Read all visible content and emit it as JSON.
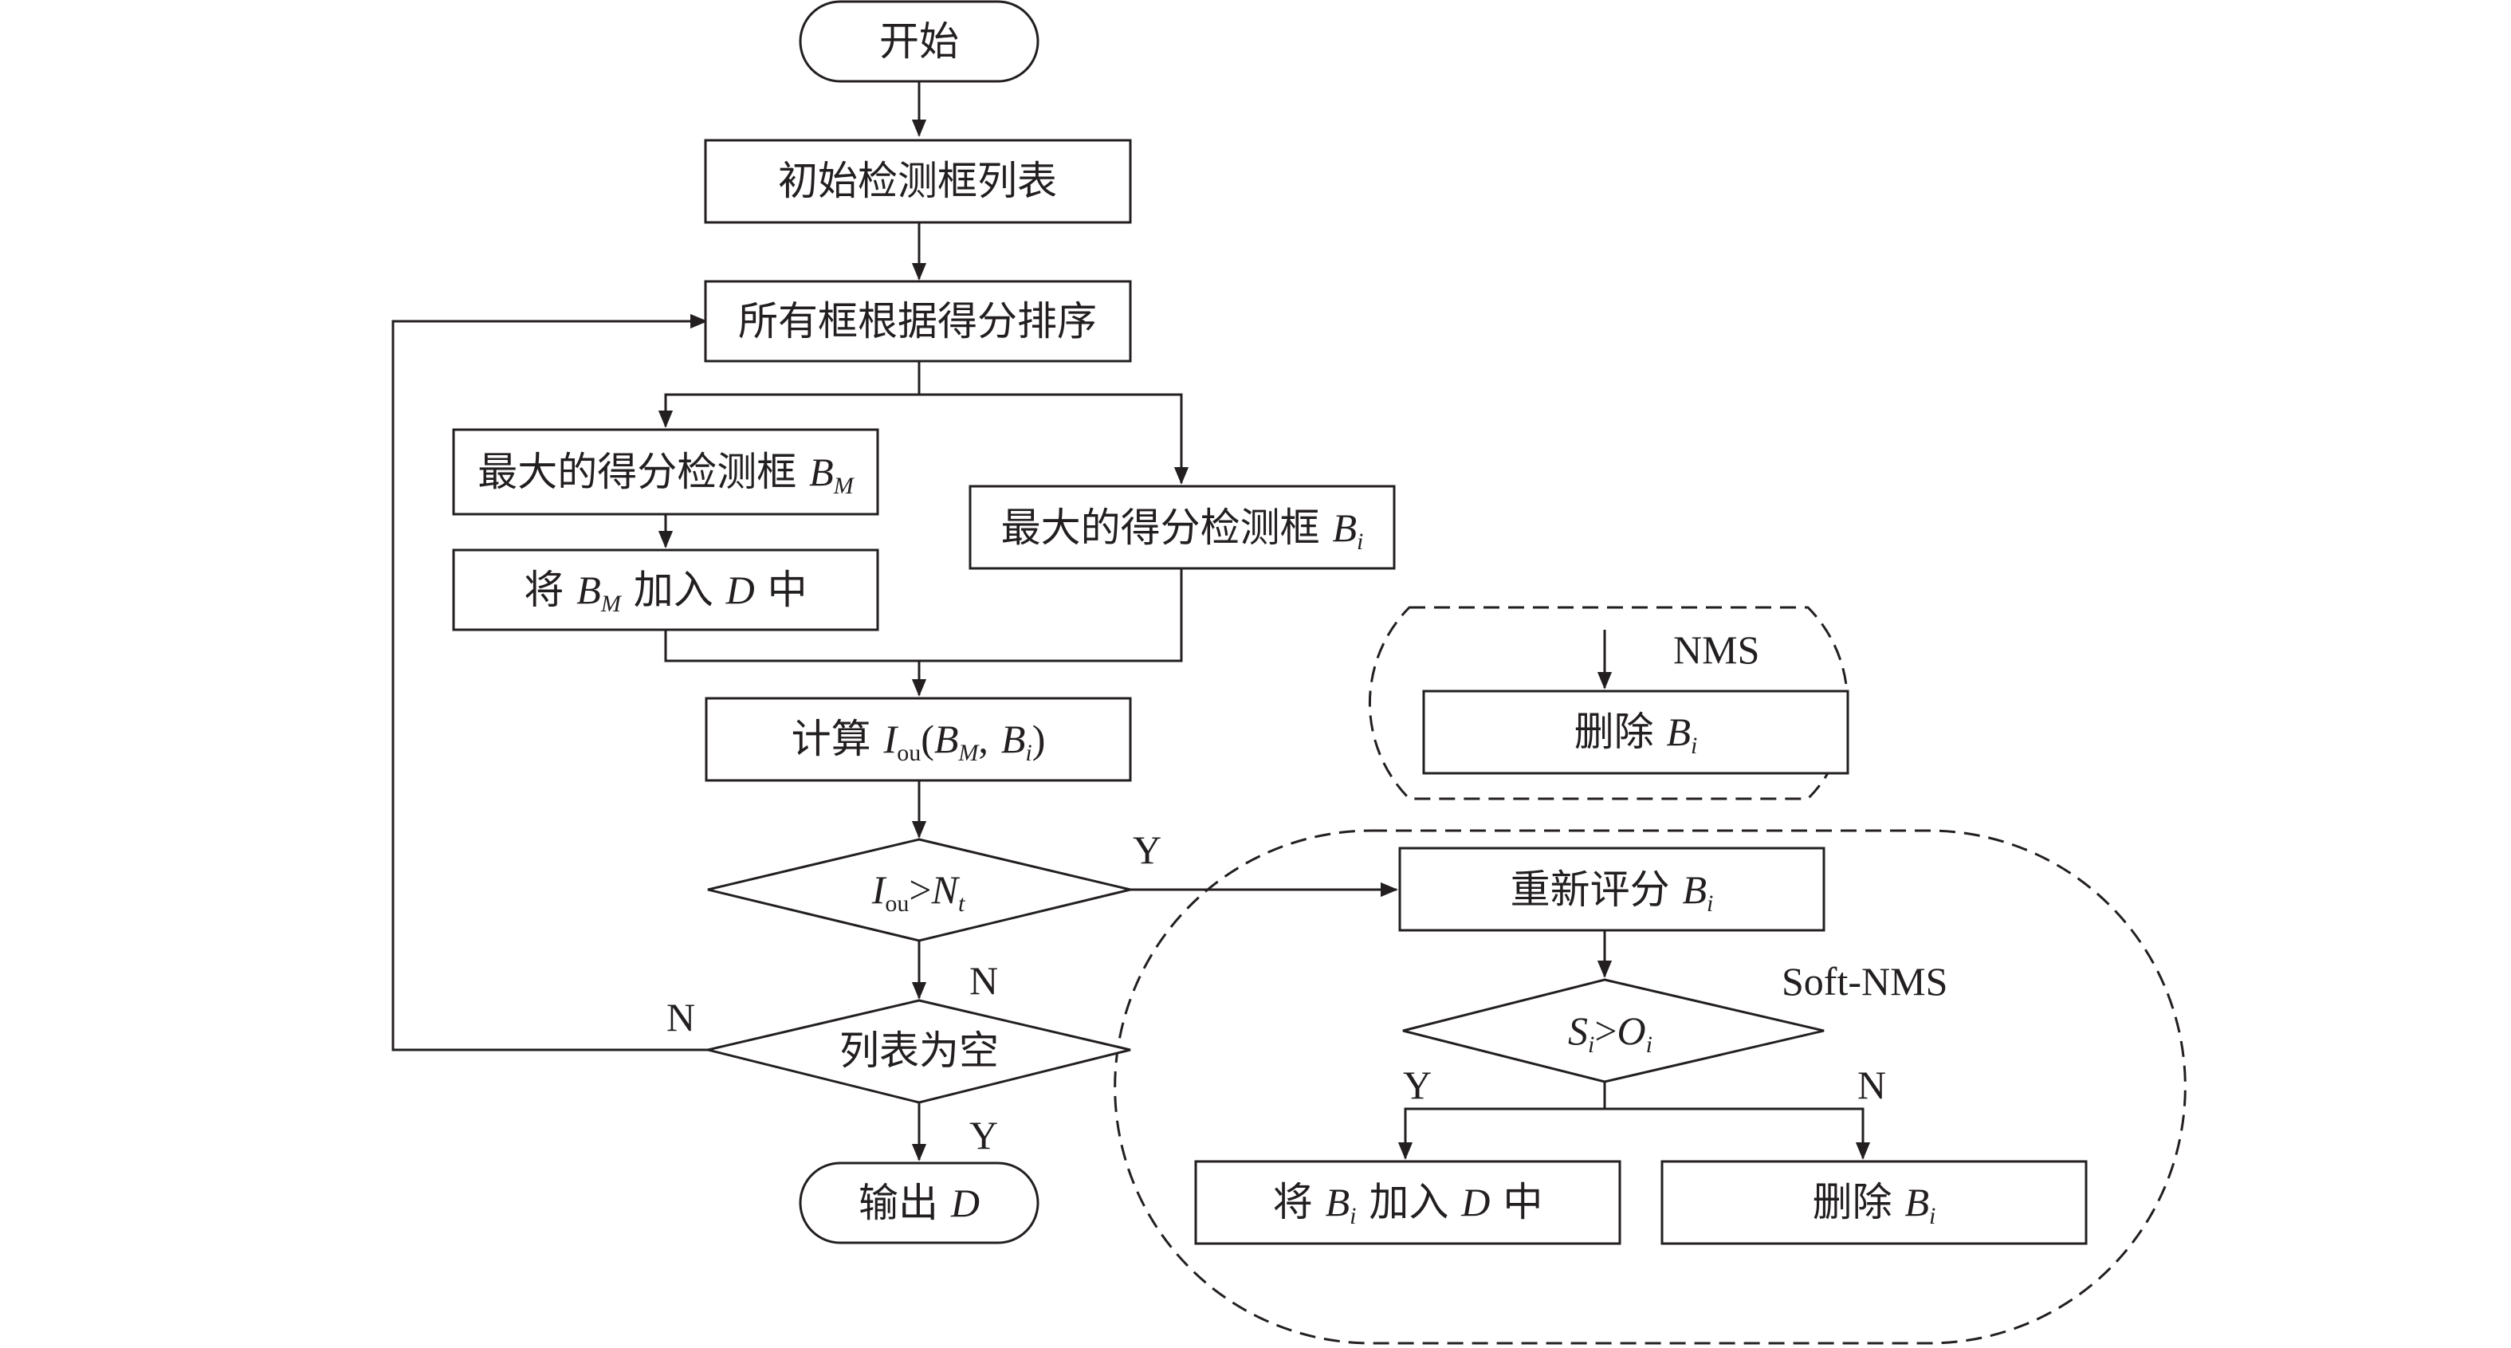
{
  "nodes": {
    "start": "开始",
    "init_list": "初始检测框列表",
    "sort": "所有框根据得分排序",
    "max_box": {
      "text": "最大的得分检测框",
      "var": "B",
      "sub": "M"
    },
    "other_box": {
      "text": "最大的得分检测框",
      "var": "B",
      "sub": "i"
    },
    "add_bm": {
      "prefix": "将",
      "var": "B",
      "sub": "M",
      "mid": "加入",
      "set": "D",
      "suffix": "中"
    },
    "compute_iou": {
      "prefix": "计算",
      "func": "I",
      "func_sub": "ou",
      "open": "(",
      "arg1": "B",
      "arg1_sub": "M",
      "comma": ",",
      "arg2": "B",
      "arg2_sub": "i",
      "close": ")"
    },
    "decision_iou": {
      "var": "I",
      "sub": "ou",
      "op": ">",
      "thr": "N",
      "thr_sub": "t"
    },
    "decision_empty": "列表为空",
    "output": {
      "prefix": "输出",
      "set": "D"
    },
    "nms_delete": {
      "text": "删除",
      "var": "B",
      "sub": "i"
    },
    "rescore": {
      "text": "重新评分",
      "var": "B",
      "sub": "i"
    },
    "decision_score": {
      "var": "S",
      "sub": "i",
      "op": ">",
      "thr": "O",
      "thr_sub": "i"
    },
    "add_bi": {
      "prefix": "将",
      "var": "B",
      "sub": "i",
      "mid": "加入",
      "set": "D",
      "suffix": "中"
    },
    "soft_delete": {
      "text": "删除",
      "var": "B",
      "sub": "i"
    }
  },
  "edge_labels": {
    "iou_yes": "Y",
    "iou_no": "N",
    "empty_no": "N",
    "empty_yes": "Y",
    "score_yes": "Y",
    "score_no": "N"
  },
  "groups": {
    "nms": "NMS",
    "soft_nms": "Soft-NMS"
  },
  "colors": {
    "ink": "#231f20",
    "background": "#ffffff"
  }
}
